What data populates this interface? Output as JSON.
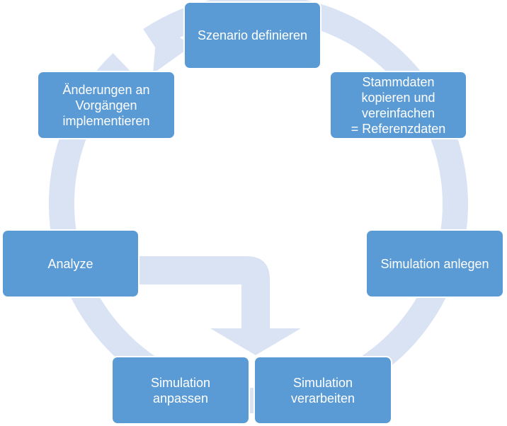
{
  "diagram": {
    "colors": {
      "node_fill": "#5b9bd5",
      "node_border": "#ffffff",
      "node_text": "#ffffff",
      "cycle_arrow": "#dae3f3"
    },
    "nodes": {
      "scenario": {
        "lines": [
          "Szenario definieren"
        ]
      },
      "masterdata": {
        "lines": [
          "Stammdaten",
          "kopieren und",
          "vereinfachen",
          "= Referenzdaten"
        ]
      },
      "create_sim": {
        "lines": [
          "Simulation anlegen"
        ]
      },
      "process_sim": {
        "lines": [
          "Simulation",
          "verarbeiten"
        ]
      },
      "adjust_sim": {
        "lines": [
          "Simulation",
          "anpassen"
        ]
      },
      "analyze": {
        "lines": [
          "Analyze"
        ]
      },
      "implement": {
        "lines": [
          "Änderungen an",
          "Vorgängen",
          "implementieren"
        ]
      }
    }
  }
}
